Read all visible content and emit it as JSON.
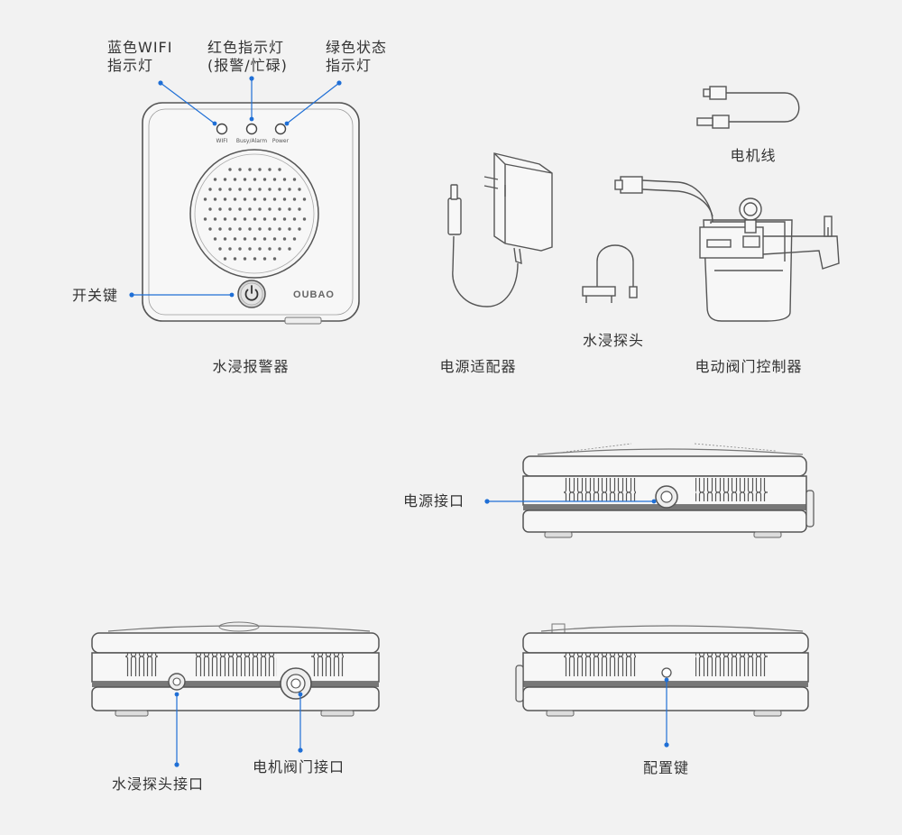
{
  "colors": {
    "accent": "#1f6fd6",
    "line": "#666666",
    "background": "#f2f2f2"
  },
  "labels": {
    "blue_wifi": "蓝色WIFI\n指示灯",
    "red_led": "红色指示灯\n(报警/忙碌)",
    "green_led": "绿色状态\n指示灯",
    "power_key": "开关键",
    "alarm": "水浸报警器",
    "adapter": "电源适配器",
    "probe": "水浸探头",
    "motor_cable": "电机线",
    "valve_controller": "电动阀门控制器",
    "power_port": "电源接口",
    "probe_port": "水浸探头接口",
    "valve_port": "电机阀门接口",
    "config_key": "配置键"
  },
  "device_text": {
    "led_wifi": "WIFI",
    "led_busy": "Busy/Alarm",
    "led_power": "Power",
    "brand": "OUBAO"
  }
}
